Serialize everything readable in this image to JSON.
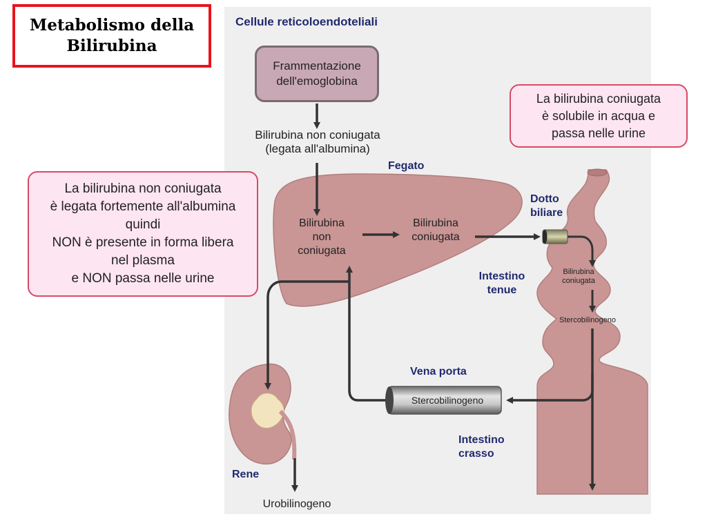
{
  "title": {
    "line1": "Metabolismo della",
    "line2": "Bilirubina"
  },
  "labels": {
    "reticulo": "Cellule reticoloendoteliali",
    "fegato": "Fegato",
    "dotto_line1": "Dotto",
    "dotto_line2": "biliare",
    "tenue_line1": "Intestino",
    "tenue_line2": "tenue",
    "vena_porta": "Vena porta",
    "crasso_line1": "Intestino",
    "crasso_line2": "crasso",
    "rene": "Rene"
  },
  "boxes": {
    "frag_line1": "Frammentazione",
    "frag_line2": "dell'emoglobina"
  },
  "texts": {
    "bili_nc_line1": "Bilirubina non coniugata",
    "bili_nc_line2": "(legata all'albumina)",
    "liver_nc_line1": "Bilirubina",
    "liver_nc_line2": "non",
    "liver_nc_line3": "coniugata",
    "liver_c_line1": "Bilirubina",
    "liver_c_line2": "coniugata",
    "int_c_line1": "Bilirubina",
    "int_c_line2": "coniugata",
    "int_sterco": "Stercobilinogeno",
    "vena_sterco": "Stercobilinogeno",
    "urobil": "Urobilinogeno"
  },
  "notes": {
    "right": [
      "La bilirubina coniugata",
      "è solubile in acqua e",
      "passa nelle urine"
    ],
    "left": [
      "La bilirubina non coniugata",
      "è legata fortemente all'albumina",
      "quindi",
      "NON è presente in forma libera",
      "nel plasma",
      "e NON passa nelle urine"
    ]
  },
  "colors": {
    "title_border": "#e8141c",
    "label_blue": "#1f2a6e",
    "organ_pink": "#c99595",
    "note_fill": "#fde5f2",
    "note_border": "#d64a66",
    "arrow": "#333333"
  }
}
